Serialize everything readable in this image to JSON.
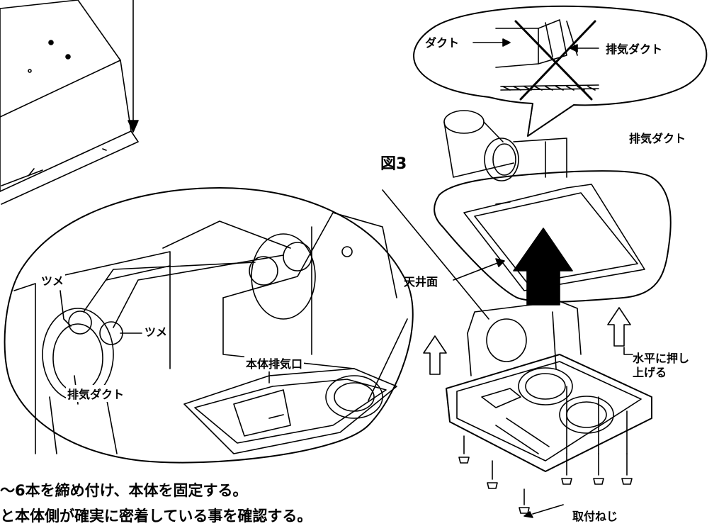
{
  "figure_label": "図3",
  "labels": {
    "duct_left": "ダクト",
    "exhaust_duct_bubble": "排気ダクト",
    "exhaust_duct_right": "排気ダクト",
    "ceiling_surface": "天井面",
    "claw_upper": "ツメ",
    "claw_lower": "ツメ",
    "body_exhaust_port": "本体排気口",
    "exhaust_duct_zoom": "排気ダクト",
    "push_horizontal_line1": "水平に押し",
    "push_horizontal_line2": "上げる",
    "mounting_screw": "取付ねじ"
  },
  "instructions": {
    "line1": "～6本を締め付け、本体を固定する。",
    "line2": "と本体側が確実に密着している事を確認する。"
  }
}
